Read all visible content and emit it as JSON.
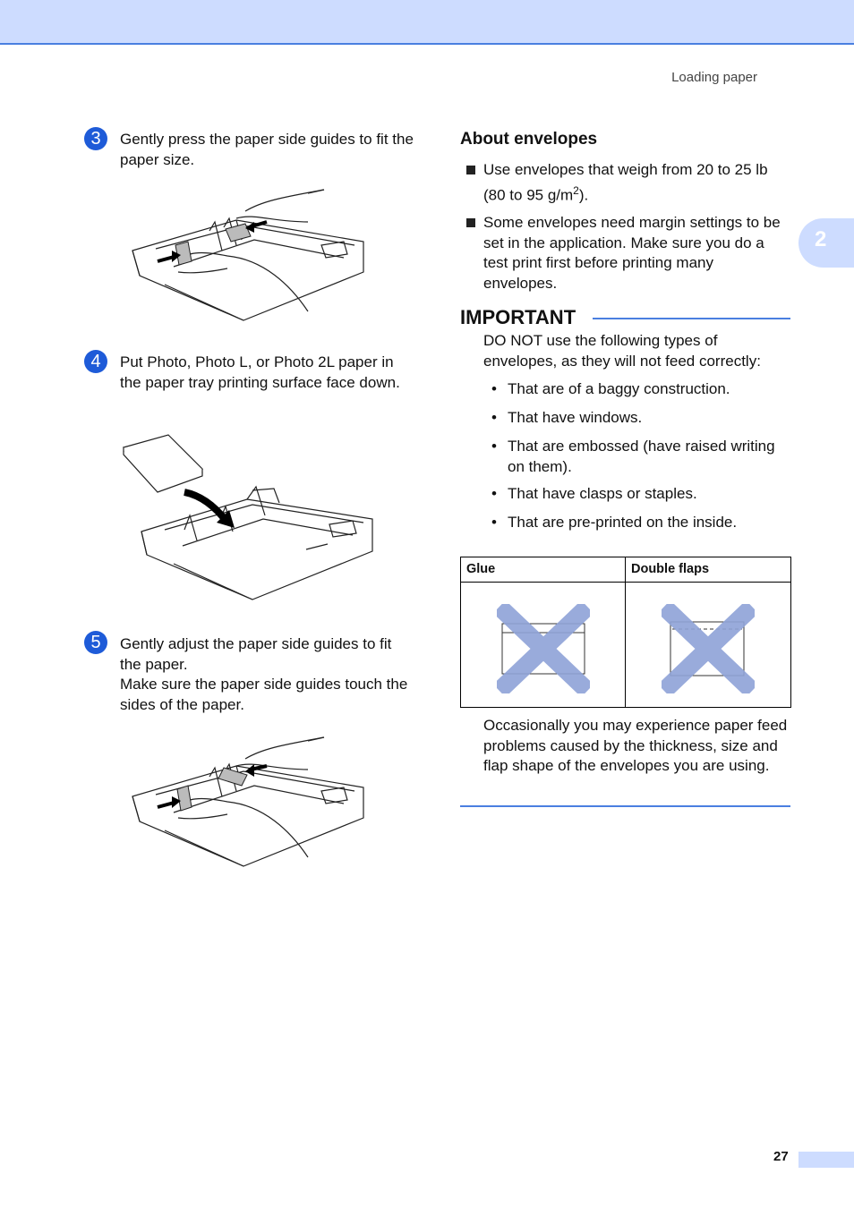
{
  "header": {
    "running_title": "Loading paper"
  },
  "chapter_tab": {
    "number": "2"
  },
  "steps": [
    {
      "number": "3",
      "text": "Gently press the paper side guides to fit the paper size."
    },
    {
      "number": "4",
      "text": "Put Photo, Photo L, or Photo 2L paper in the paper tray printing surface face down."
    },
    {
      "number": "5",
      "text_lines": [
        "Gently adjust the paper side guides to fit the paper.",
        "Make sure the paper side guides touch the sides of the paper."
      ]
    }
  ],
  "about_envelopes": {
    "heading": "About envelopes",
    "bullets": [
      {
        "text_a": "Use envelopes that weigh from 20 to 25 lb (80 to 95 g/m",
        "sup": "2",
        "text_b": ")."
      },
      {
        "text": "Some envelopes need margin settings to be set in the application. Make sure you do a test print first before printing many envelopes."
      }
    ]
  },
  "important": {
    "title": "IMPORTANT",
    "intro": "DO NOT use the following types of envelopes, as they will not feed correctly:",
    "items": [
      "That are of a baggy construction.",
      "That have windows.",
      "That are embossed (have raised writing on them).",
      "That have clasps or staples.",
      "That are pre-printed on the inside."
    ],
    "table": {
      "headers": [
        "Glue",
        "Double flaps"
      ]
    },
    "note": "Occasionally you may experience paper feed problems caused by the thickness, size and flap shape of the envelopes you are using."
  },
  "footer": {
    "page_number": "27"
  },
  "colors": {
    "accent": "#4a7fe0",
    "tab": "#cddcff",
    "step_circle": "#1e5bd8",
    "cross": "#8fa3d8"
  }
}
